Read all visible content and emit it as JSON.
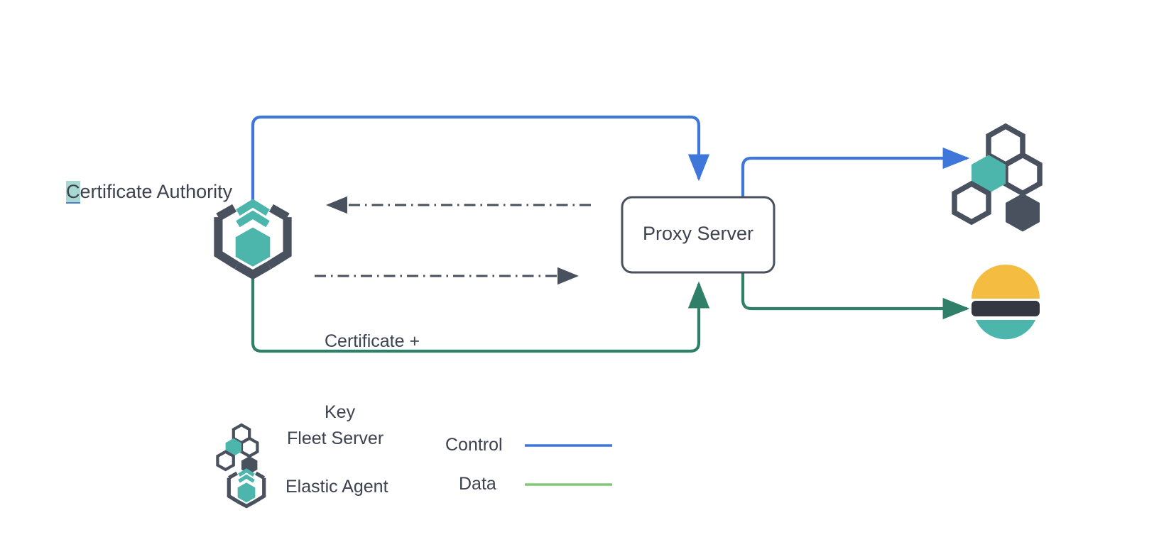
{
  "diagram": {
    "title_hidden": "",
    "nodes": {
      "certificate_authority": {
        "label": "Certificate Authority",
        "highlight_char": "C",
        "rest": "ertificate Authority",
        "icon": "elastic-agent-icon"
      },
      "proxy_server": {
        "label": "Proxy Server",
        "icon": "rounded-rect"
      },
      "fleet_server_node": {
        "label": "",
        "icon": "fleet-server-icon"
      },
      "elasticsearch_node": {
        "label": "",
        "icon": "elasticsearch-icon"
      }
    },
    "edge_labels": {
      "cert_key_line1": "Certificate +",
      "cert_key_line2": "Key"
    },
    "legend": {
      "items": [
        {
          "icon": "fleet-server-icon",
          "label": "Fleet Server"
        },
        {
          "icon": "elastic-agent-icon",
          "label": "Elastic Agent"
        }
      ],
      "lines": [
        {
          "label": "Control",
          "color": "#3f76d9"
        },
        {
          "label": "Data",
          "color": "#82c878"
        }
      ]
    },
    "colors": {
      "control_line": "#3f76d9",
      "data_line": "#2f7f69",
      "data_legend_line": "#82c878",
      "teal": "#4db6ac",
      "dark_slate": "#4a515e",
      "text": "#3c4250",
      "elastic_yellow": "#f4bd42",
      "elastic_dark": "#343741",
      "elastic_teal": "#4db6ac",
      "highlight": "#a8d8d0",
      "dashed_arrow": "#4a515e",
      "background": "#ffffff"
    }
  }
}
